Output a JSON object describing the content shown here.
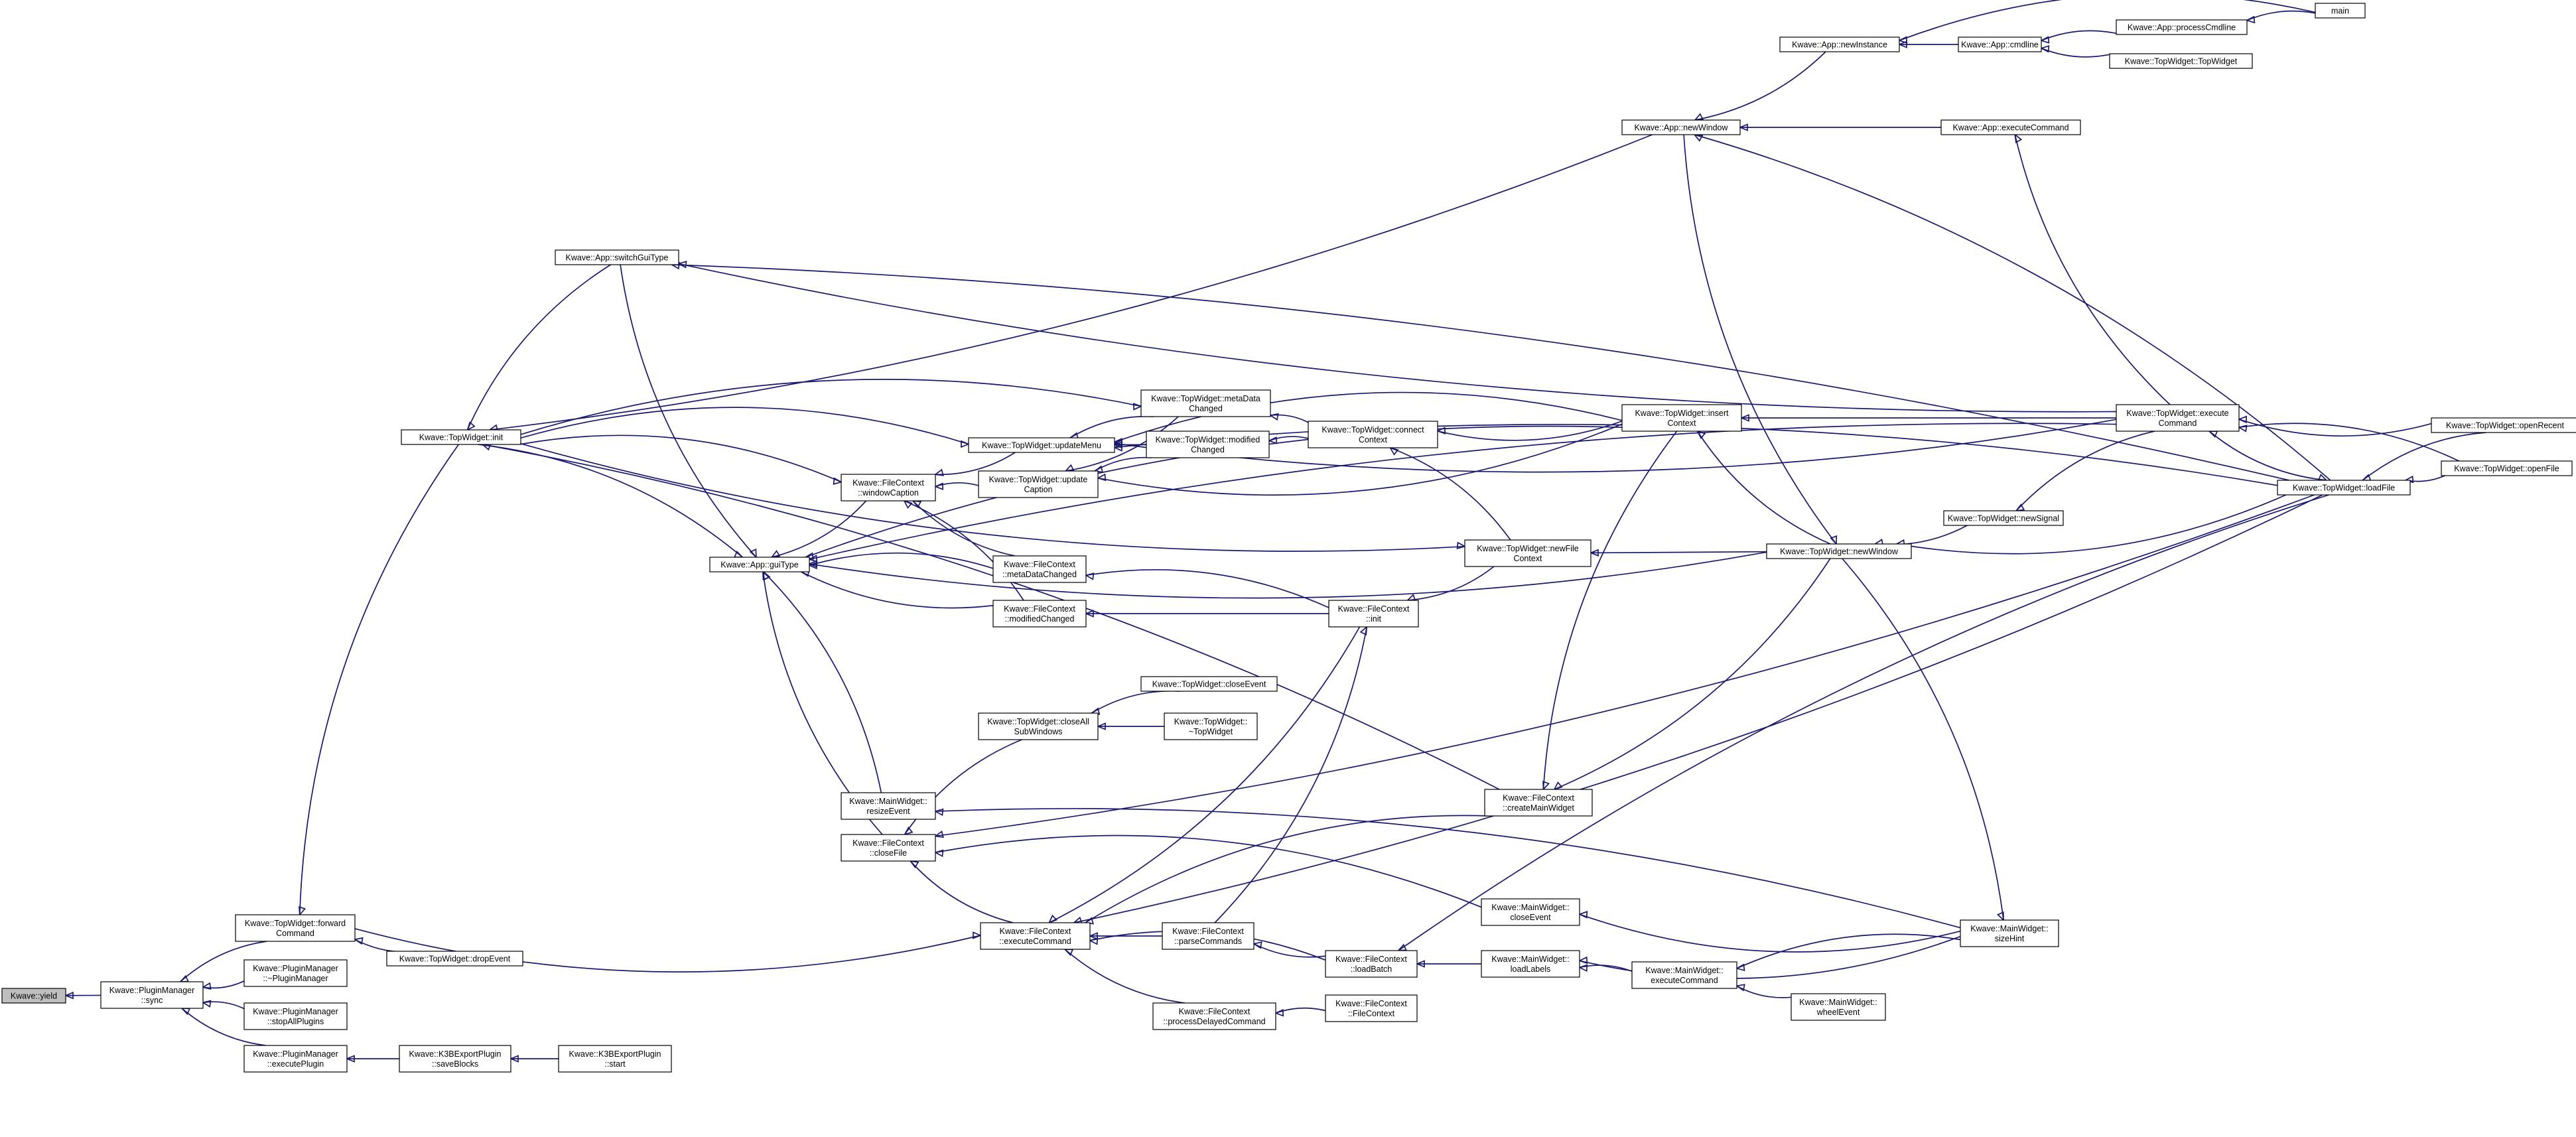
{
  "colors": {
    "edge": "#191970",
    "node_border": "#000000",
    "node_fill": "#ffffff",
    "highlight_fill": "#bfbfbf"
  },
  "nodes": [
    {
      "id": "yield",
      "label": [
        "Kwave::yield"
      ],
      "highlight": true
    },
    {
      "id": "pm_sync",
      "label": [
        "Kwave::PluginManager",
        "::sync"
      ]
    },
    {
      "id": "tw_forward",
      "label": [
        "Kwave::TopWidget::forward",
        "Command"
      ]
    },
    {
      "id": "pm_dtor",
      "label": [
        "Kwave::PluginManager",
        "::~PluginManager"
      ]
    },
    {
      "id": "pm_stop",
      "label": [
        "Kwave::PluginManager",
        "::stopAllPlugins"
      ]
    },
    {
      "id": "pm_exec",
      "label": [
        "Kwave::PluginManager",
        "::executePlugin"
      ]
    },
    {
      "id": "tw_init",
      "label": [
        "Kwave::TopWidget::init"
      ]
    },
    {
      "id": "tw_drop",
      "label": [
        "Kwave::TopWidget::dropEvent"
      ]
    },
    {
      "id": "k3b_save",
      "label": [
        "Kwave::K3BExportPlugin",
        "::saveBlocks"
      ]
    },
    {
      "id": "k3b_start",
      "label": [
        "Kwave::K3BExportPlugin",
        "::start"
      ]
    },
    {
      "id": "app_switch",
      "label": [
        "Kwave::App::switchGuiType"
      ]
    },
    {
      "id": "app_gui",
      "label": [
        "Kwave::App::guiType"
      ]
    },
    {
      "id": "fc_caption",
      "label": [
        "Kwave::FileContext",
        "::windowCaption"
      ]
    },
    {
      "id": "mw_resize",
      "label": [
        "Kwave::MainWidget::",
        "resizeEvent"
      ]
    },
    {
      "id": "fc_close",
      "label": [
        "Kwave::FileContext",
        "::closeFile"
      ]
    },
    {
      "id": "fc_exec",
      "label": [
        "Kwave::FileContext",
        "::executeCommand"
      ]
    },
    {
      "id": "tw_updmenu",
      "label": [
        "Kwave::TopWidget::updateMenu"
      ]
    },
    {
      "id": "tw_updcap",
      "label": [
        "Kwave::TopWidget::update",
        "Caption"
      ]
    },
    {
      "id": "tw_closeall",
      "label": [
        "Kwave::TopWidget::closeAll",
        "SubWindows"
      ]
    },
    {
      "id": "fc_metachg",
      "label": [
        "Kwave::FileContext",
        "::metaDataChanged"
      ]
    },
    {
      "id": "fc_modchg",
      "label": [
        "Kwave::FileContext",
        "::modifiedChanged"
      ]
    },
    {
      "id": "tw_metachg",
      "label": [
        "Kwave::TopWidget::metaData",
        "Changed"
      ]
    },
    {
      "id": "tw_modchg",
      "label": [
        "Kwave::TopWidget::modified",
        "Changed"
      ]
    },
    {
      "id": "tw_closeevt",
      "label": [
        "Kwave::TopWidget::closeEvent"
      ]
    },
    {
      "id": "tw_dtor",
      "label": [
        "Kwave::TopWidget::",
        "~TopWidget"
      ]
    },
    {
      "id": "fc_parse",
      "label": [
        "Kwave::FileContext",
        "::parseCommands"
      ]
    },
    {
      "id": "fc_delayed",
      "label": [
        "Kwave::FileContext",
        "::processDelayedCommand"
      ]
    },
    {
      "id": "tw_connect",
      "label": [
        "Kwave::TopWidget::connect",
        "Context"
      ]
    },
    {
      "id": "fc_init",
      "label": [
        "Kwave::FileContext",
        "::init"
      ]
    },
    {
      "id": "fc_batch",
      "label": [
        "Kwave::FileContext",
        "::loadBatch"
      ]
    },
    {
      "id": "fc_ctor",
      "label": [
        "Kwave::FileContext",
        "::FileContext"
      ]
    },
    {
      "id": "tw_newfile",
      "label": [
        "Kwave::TopWidget::newFile",
        "Context"
      ]
    },
    {
      "id": "fc_createmw",
      "label": [
        "Kwave::FileContext",
        "::createMainWidget"
      ]
    },
    {
      "id": "mw_closeevt",
      "label": [
        "Kwave::MainWidget::",
        "closeEvent"
      ]
    },
    {
      "id": "mw_labels",
      "label": [
        "Kwave::MainWidget::",
        "loadLabels"
      ]
    },
    {
      "id": "app_newwin",
      "label": [
        "Kwave::App::newWindow"
      ]
    },
    {
      "id": "tw_insert",
      "label": [
        "Kwave::TopWidget::insert",
        "Context"
      ]
    },
    {
      "id": "mw_exec",
      "label": [
        "Kwave::MainWidget::",
        "executeCommand"
      ]
    },
    {
      "id": "mw_wheel",
      "label": [
        "Kwave::MainWidget::",
        "wheelEvent"
      ]
    },
    {
      "id": "app_newinst",
      "label": [
        "Kwave::App::newInstance"
      ]
    },
    {
      "id": "tw_newwin",
      "label": [
        "Kwave::TopWidget::newWindow"
      ]
    },
    {
      "id": "mw_sizehint",
      "label": [
        "Kwave::MainWidget::",
        "sizeHint"
      ]
    },
    {
      "id": "app_cmdline",
      "label": [
        "Kwave::App::cmdline"
      ]
    },
    {
      "id": "app_execcmd",
      "label": [
        "Kwave::App::executeCommand"
      ]
    },
    {
      "id": "tw_newsignal",
      "label": [
        "Kwave::TopWidget::newSignal"
      ]
    },
    {
      "id": "app_proccmd",
      "label": [
        "Kwave::App::processCmdline"
      ]
    },
    {
      "id": "tw_ctor",
      "label": [
        "Kwave::TopWidget::TopWidget"
      ]
    },
    {
      "id": "tw_execcmd",
      "label": [
        "Kwave::TopWidget::execute",
        "Command"
      ]
    },
    {
      "id": "tw_loadfile",
      "label": [
        "Kwave::TopWidget::loadFile"
      ]
    },
    {
      "id": "main",
      "label": [
        "main"
      ]
    },
    {
      "id": "tw_openrecent",
      "label": [
        "Kwave::TopWidget::openRecent"
      ]
    },
    {
      "id": "tw_openfile",
      "label": [
        "Kwave::TopWidget::openFile"
      ]
    }
  ],
  "edges": [
    [
      "pm_sync",
      "yield"
    ],
    [
      "tw_forward",
      "pm_sync"
    ],
    [
      "pm_dtor",
      "pm_sync"
    ],
    [
      "pm_stop",
      "pm_sync"
    ],
    [
      "pm_exec",
      "pm_sync"
    ],
    [
      "tw_init",
      "tw_forward"
    ],
    [
      "tw_drop",
      "tw_forward"
    ],
    [
      "k3b_save",
      "pm_exec"
    ],
    [
      "k3b_start",
      "k3b_save"
    ],
    [
      "app_switch",
      "tw_init"
    ],
    [
      "app_newwin",
      "tw_init"
    ],
    [
      "fc_createmw",
      "tw_init"
    ],
    [
      "tw_execcmd",
      "app_switch"
    ],
    [
      "tw_loadfile",
      "app_switch"
    ],
    [
      "tw_init",
      "app_gui"
    ],
    [
      "app_switch",
      "app_gui"
    ],
    [
      "fc_caption",
      "app_gui"
    ],
    [
      "fc_metachg",
      "app_gui"
    ],
    [
      "fc_modchg",
      "app_gui"
    ],
    [
      "mw_resize",
      "app_gui"
    ],
    [
      "fc_close",
      "app_gui"
    ],
    [
      "tw_insert",
      "app_gui"
    ],
    [
      "tw_newwin",
      "app_gui"
    ],
    [
      "tw_execcmd",
      "app_gui"
    ],
    [
      "tw_updmenu",
      "fc_caption"
    ],
    [
      "tw_updcap",
      "fc_caption"
    ],
    [
      "fc_metachg",
      "fc_caption"
    ],
    [
      "fc_modchg",
      "fc_caption"
    ],
    [
      "tw_init",
      "fc_caption"
    ],
    [
      "tw_closeall",
      "fc_close"
    ],
    [
      "fc_exec",
      "fc_close"
    ],
    [
      "mw_closeevt",
      "fc_close"
    ],
    [
      "tw_loadfile",
      "fc_close"
    ],
    [
      "fc_parse",
      "fc_exec"
    ],
    [
      "fc_delayed",
      "fc_exec"
    ],
    [
      "fc_batch",
      "fc_exec"
    ],
    [
      "fc_init",
      "fc_exec"
    ],
    [
      "fc_createmw",
      "fc_exec"
    ],
    [
      "tw_loadfile",
      "fc_exec"
    ],
    [
      "tw_forward",
      "fc_exec"
    ],
    [
      "tw_init",
      "tw_updmenu"
    ],
    [
      "tw_metachg",
      "tw_updmenu"
    ],
    [
      "tw_modchg",
      "tw_updmenu"
    ],
    [
      "tw_insert",
      "tw_updmenu"
    ],
    [
      "tw_execcmd",
      "tw_updmenu"
    ],
    [
      "tw_loadfile",
      "tw_updmenu"
    ],
    [
      "tw_metachg",
      "tw_updcap"
    ],
    [
      "tw_modchg",
      "tw_updcap"
    ],
    [
      "tw_insert",
      "tw_updcap"
    ],
    [
      "tw_closeevt",
      "tw_closeall"
    ],
    [
      "tw_dtor",
      "tw_closeall"
    ],
    [
      "fc_init",
      "fc_metachg"
    ],
    [
      "fc_init",
      "fc_modchg"
    ],
    [
      "tw_connect",
      "tw_metachg"
    ],
    [
      "tw_init",
      "tw_metachg"
    ],
    [
      "tw_connect",
      "tw_modchg"
    ],
    [
      "tw_insert",
      "tw_connect"
    ],
    [
      "tw_newfile",
      "tw_connect"
    ],
    [
      "tw_newfile",
      "fc_init"
    ],
    [
      "fc_parse",
      "fc_init"
    ],
    [
      "fc_batch",
      "fc_parse"
    ],
    [
      "fc_ctor",
      "fc_delayed"
    ],
    [
      "mw_labels",
      "fc_batch"
    ],
    [
      "tw_loadfile",
      "fc_batch"
    ],
    [
      "tw_newwin",
      "tw_newfile"
    ],
    [
      "tw_init",
      "tw_newfile"
    ],
    [
      "tw_newwin",
      "fc_createmw"
    ],
    [
      "tw_insert",
      "fc_createmw"
    ],
    [
      "mw_sizehint",
      "mw_closeevt"
    ],
    [
      "mw_exec",
      "mw_labels"
    ],
    [
      "mw_sizehint",
      "mw_labels"
    ],
    [
      "app_execcmd",
      "app_newwin"
    ],
    [
      "app_newinst",
      "app_newwin"
    ],
    [
      "tw_loadfile",
      "app_newwin"
    ],
    [
      "tw_newwin",
      "tw_insert"
    ],
    [
      "tw_execcmd",
      "tw_insert"
    ],
    [
      "mw_wheel",
      "mw_exec"
    ],
    [
      "mw_sizehint",
      "mw_exec"
    ],
    [
      "app_cmdline",
      "app_newinst"
    ],
    [
      "main",
      "app_newinst"
    ],
    [
      "tw_newsignal",
      "tw_newwin"
    ],
    [
      "app_newwin",
      "tw_newwin"
    ],
    [
      "tw_loadfile",
      "tw_newwin"
    ],
    [
      "mw_sizehint",
      "mw_resize"
    ],
    [
      "tw_newwin",
      "mw_sizehint"
    ],
    [
      "app_proccmd",
      "app_cmdline"
    ],
    [
      "tw_ctor",
      "app_cmdline"
    ],
    [
      "main",
      "app_proccmd"
    ],
    [
      "tw_execcmd",
      "app_execcmd"
    ],
    [
      "tw_execcmd",
      "tw_newsignal"
    ],
    [
      "tw_openrecent",
      "tw_execcmd"
    ],
    [
      "tw_openfile",
      "tw_execcmd"
    ],
    [
      "tw_loadfile",
      "tw_execcmd"
    ],
    [
      "tw_openrecent",
      "tw_loadfile"
    ],
    [
      "tw_openfile",
      "tw_loadfile"
    ],
    [
      "tw_execcmd",
      "tw_loadfile"
    ]
  ]
}
